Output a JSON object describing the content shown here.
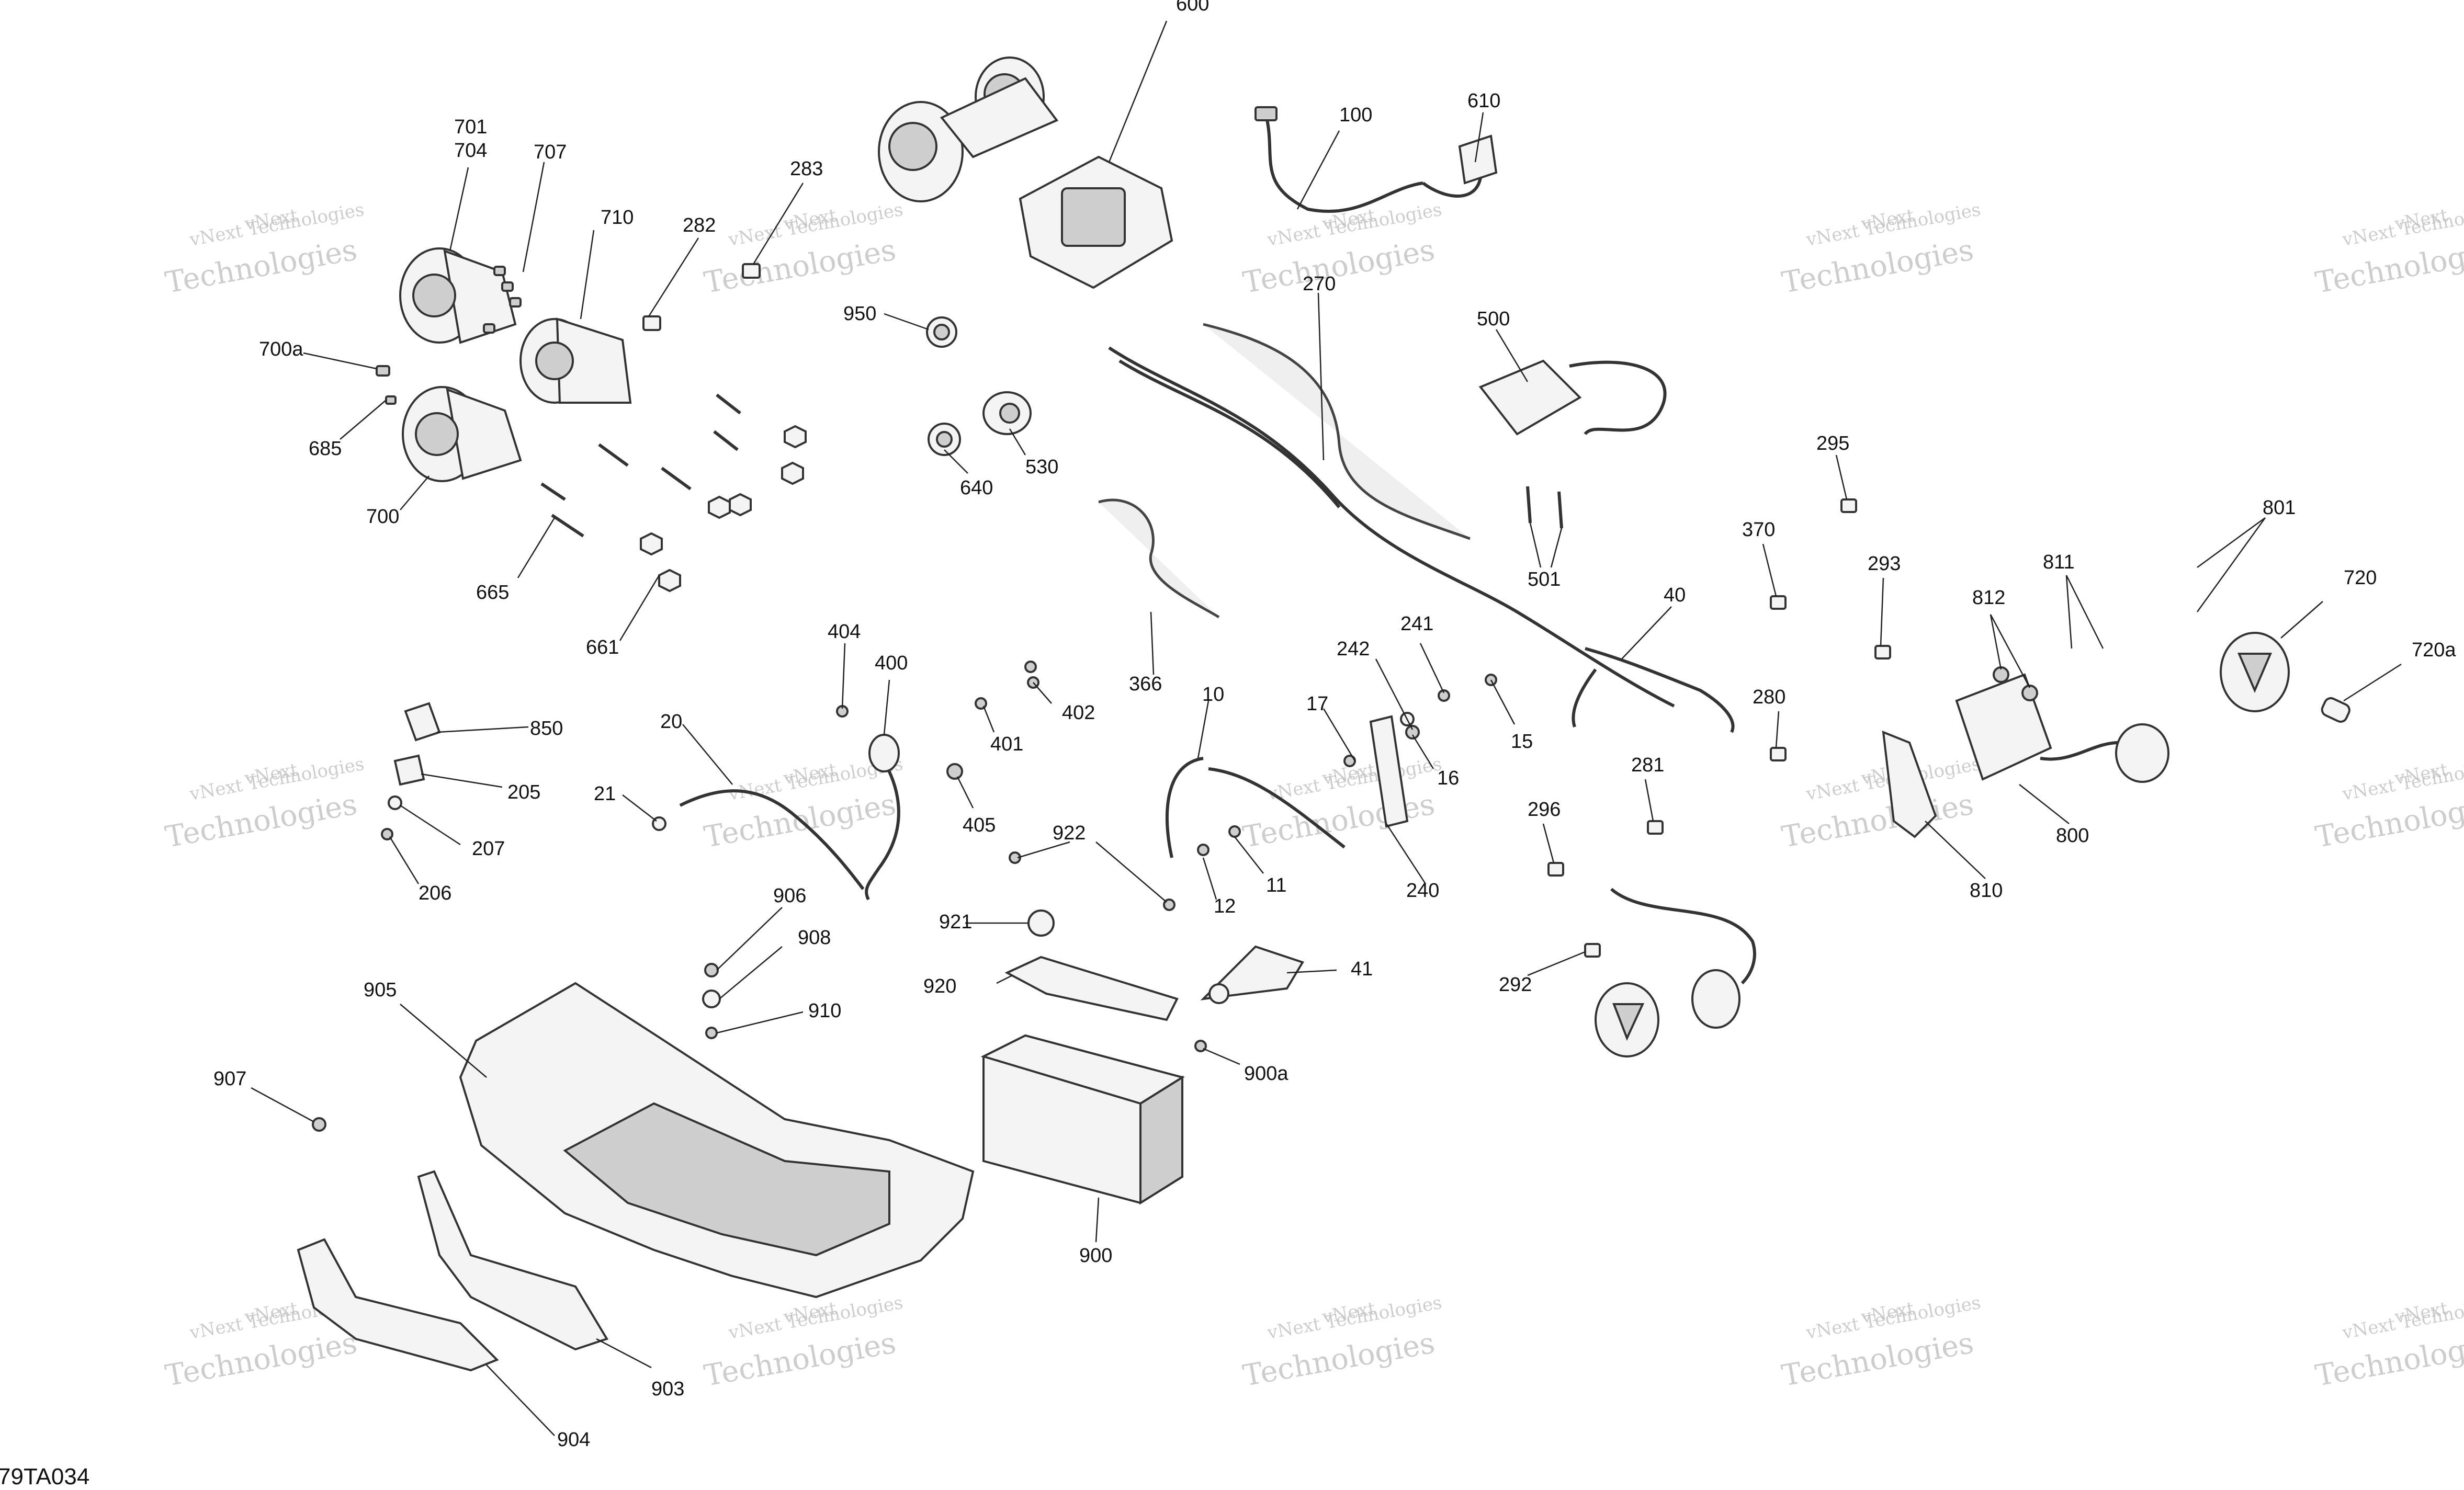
{
  "diagram": {
    "code": "79TA034",
    "watermark_line1": "vNext Technologies",
    "watermark_line2": "vNext",
    "watermark_line3": "Technologies",
    "callouts": [
      "600",
      "100",
      "610",
      "701",
      "704",
      "707",
      "710",
      "282",
      "283",
      "700a",
      "685",
      "700",
      "665",
      "661",
      "950",
      "640",
      "530",
      "270",
      "500",
      "501",
      "295",
      "370",
      "293",
      "801",
      "811",
      "812",
      "720",
      "720a",
      "366",
      "404",
      "400",
      "401",
      "402",
      "850",
      "205",
      "207",
      "206",
      "20",
      "21",
      "405",
      "922",
      "921",
      "10",
      "11",
      "12",
      "17",
      "242",
      "241",
      "15",
      "16",
      "240",
      "40",
      "280",
      "281",
      "296",
      "292",
      "810",
      "800",
      "906",
      "908",
      "910",
      "905",
      "907",
      "920",
      "41",
      "900a",
      "900",
      "903",
      "904"
    ]
  }
}
